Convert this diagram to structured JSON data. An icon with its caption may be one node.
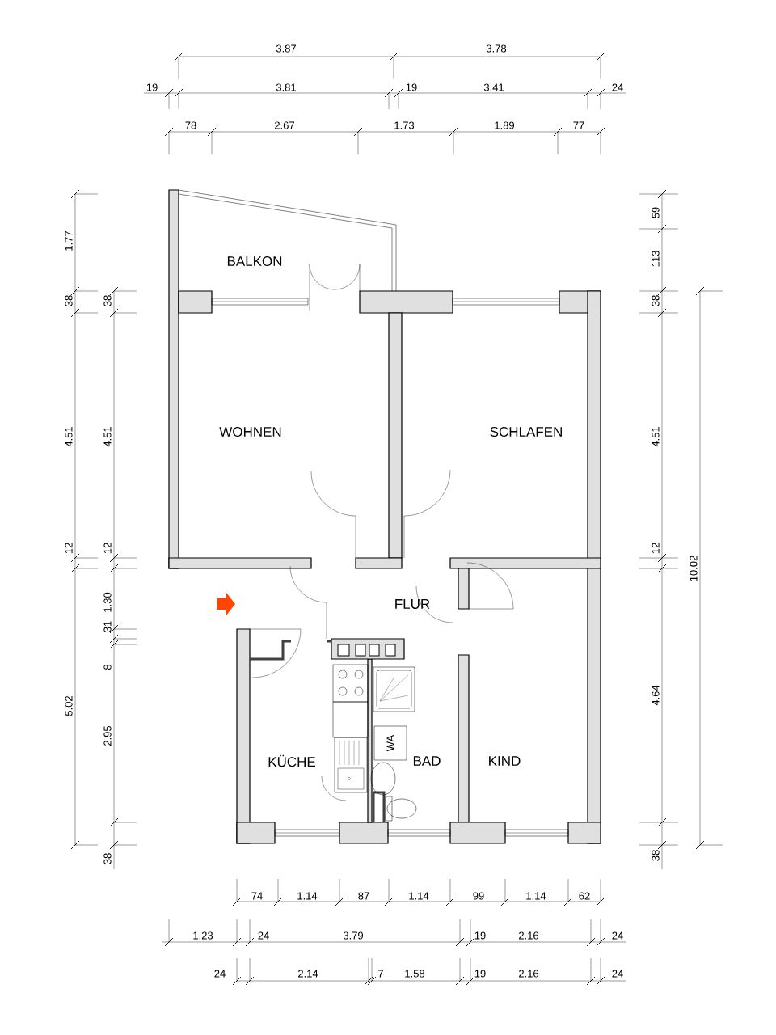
{
  "diagram": {
    "nodes": [
      {
        "text": [
          "WA"
        ]
      }
    ],
    "labels": [
      "3.87",
      "3.78",
      "19",
      "3.81",
      "19",
      "3.41",
      "24",
      "78",
      "2.67",
      "1.73",
      "1.89",
      "77",
      "1.77",
      "38",
      "4.51",
      "12",
      "5.02",
      "38",
      "4.51",
      "12",
      "1.30",
      "31",
      "8",
      "2.95",
      "38",
      "59",
      "113",
      "38",
      "4.51",
      "12",
      "4.64",
      "38",
      "10.02",
      "BALKON",
      "WOHNEN",
      "SCHLAFEN",
      "FLUR",
      "KÜCHE",
      "BAD",
      "KIND",
      "74",
      "1.14",
      "87",
      "1.14",
      "99",
      "1.14",
      "62",
      "1.23",
      "24",
      "3.79",
      "19",
      "2.16",
      "24",
      "24",
      "2.14",
      "7",
      "1.58",
      "19",
      "2.16",
      "24"
    ]
  }
}
